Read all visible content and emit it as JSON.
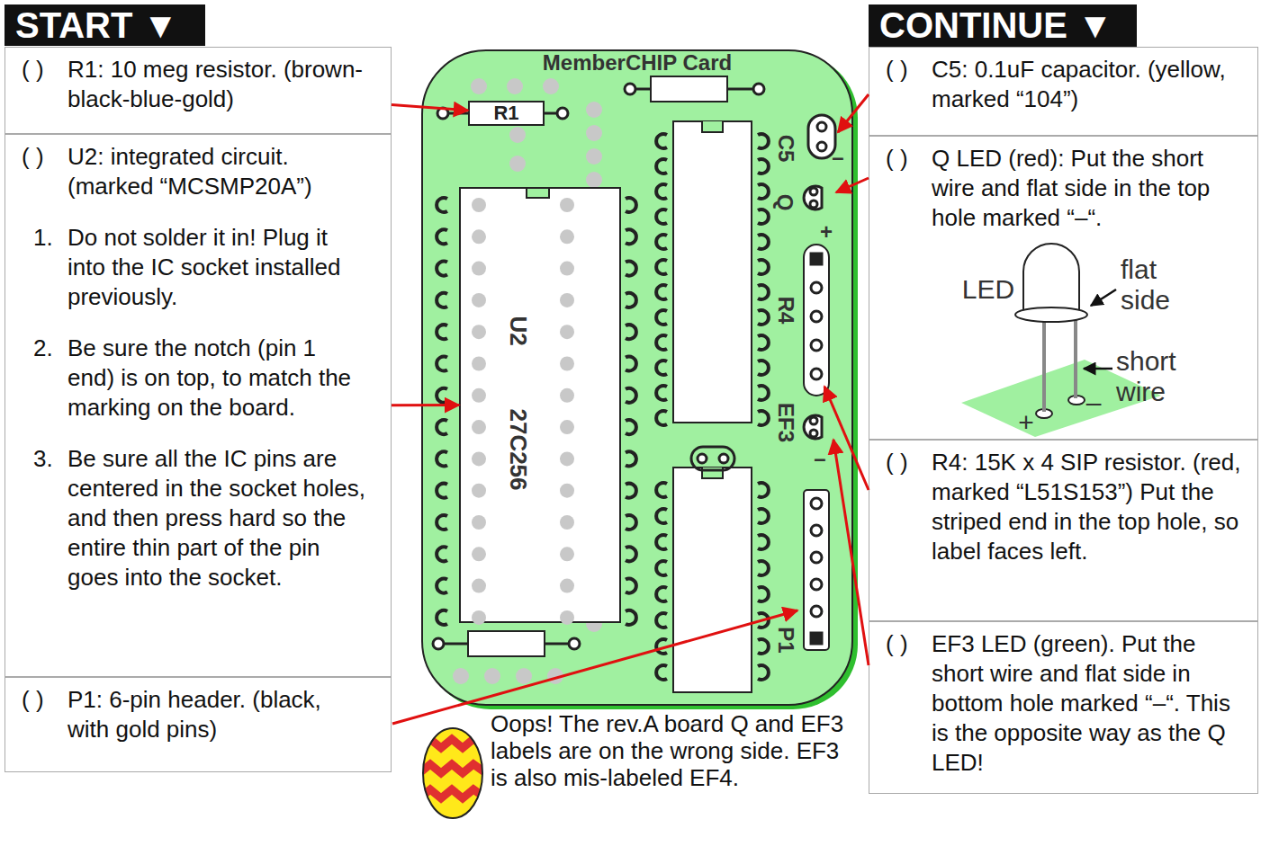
{
  "diagram": {
    "nodes": [
      {
        "text": [
          "START ▼"
        ]
      },
      {
        "text": [
          "( )",
          "R1: 10 meg resistor. (brown-black-blue-gold)"
        ]
      },
      {
        "text": [
          "( )",
          "U2: integrated circuit. (marked “MCSMP20A”)",
          "1.",
          "Do not solder it in! Plug it into the IC socket installed previously.",
          "2.",
          "Be sure the notch (pin 1 end) is on top, to match the marking on the board.",
          "3.",
          "Be sure all the IC pins are centered in the socket holes, and then press hard so the entire thin part of the pin goes into the socket."
        ]
      },
      {
        "text": [
          "( )",
          "P1: 6-pin header. (black, with gold pins)"
        ]
      },
      {
        "text": [
          "MemberCHIP Card"
        ]
      },
      {
        "text": [
          "R1"
        ],
        "in": 4
      },
      {
        "text": [
          "U2",
          "27C256"
        ],
        "in": 4
      },
      {
        "text": [
          "CONTINUE ▼"
        ]
      },
      {
        "text": [
          "( )",
          "C5: 0.1uF capacitor. (yellow, marked “104”)"
        ]
      },
      {
        "text": [
          "( )",
          "Q LED (red): Put the short wire and flat side in the top hole marked “–“."
        ]
      },
      {
        "text": [
          "( )",
          "R4: 15K x 4 SIP resistor. (red, marked “L51S153”) Put the striped end in the top hole, so label faces left."
        ]
      },
      {
        "text": [
          "( )",
          "EF3 LED (green). Put the short wire and flat side in bottom hole marked “–“. This is the opposite way as the Q LED!"
        ]
      }
    ],
    "edges": [
      {
        "from": 1,
        "to": 5,
        "arrow": "to"
      },
      {
        "from": 2,
        "to": 6,
        "arrow": "to"
      }
    ],
    "labels": [
      "C5",
      "–",
      "Q",
      "+",
      "R4",
      "EF3",
      "–",
      "P1",
      "LED",
      "flat side",
      "short wire",
      "–",
      "+",
      "Oops! The rev.A board Q and EF3 labels are on the wrong side. EF3 is also mis-labeled EF4."
    ]
  }
}
